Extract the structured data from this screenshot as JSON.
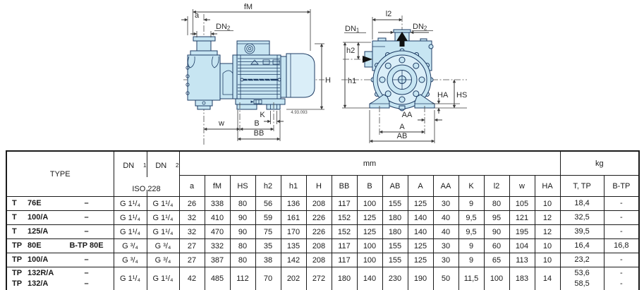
{
  "colors": {
    "pump_fill": "#c7e5f2",
    "pump_fill_light": "#daeef8",
    "pump_outline": "#1e3c64",
    "dimension_line": "#3a3a3a",
    "table_text": "#1a1a1a"
  },
  "drawings": {
    "side_view": {
      "ref_code": "4.93.093",
      "labels": {
        "fM": "fM",
        "a": "a",
        "dn_base": "DN",
        "dn2_sub": "2",
        "H": "H",
        "K": "K",
        "w": "w",
        "B": "B",
        "BB": "BB"
      }
    },
    "front_view": {
      "labels": {
        "l2": "l2",
        "dn_base": "DN",
        "dn1_sub": "1",
        "dn2_sub": "2",
        "h2": "h2",
        "h1": "h1",
        "HA": "HA",
        "HS": "HS",
        "AA": "AA",
        "A": "A",
        "AB": "AB"
      }
    }
  },
  "table": {
    "header": {
      "type_label": "TYPE",
      "dn1": {
        "base": "DN",
        "sub": "1"
      },
      "dn2": {
        "base": "DN",
        "sub": "2"
      },
      "iso_label": "ISO 228",
      "mm_label": "mm",
      "kg_label": "kg",
      "mm_columns": [
        "a",
        "fM",
        "HS",
        "h2",
        "h1",
        "H",
        "BB",
        "B",
        "AB",
        "A",
        "AA",
        "K",
        "l2",
        "w",
        "HA"
      ],
      "kg_columns": [
        "T, TP",
        "B-TP"
      ]
    },
    "rows": [
      {
        "lines": [
          {
            "prefix": "T",
            "model": "76E",
            "variant": "–"
          }
        ],
        "dn1": "G 1¹/₄",
        "dn2": "G 1¹/₄",
        "mm": [
          "26",
          "338",
          "80",
          "56",
          "136",
          "208",
          "117",
          "100",
          "155",
          "125",
          "30",
          "9",
          "80",
          "105",
          "10"
        ],
        "kg_ttp": [
          "18,4"
        ],
        "kg_btp": [
          "-"
        ]
      },
      {
        "lines": [
          {
            "prefix": "T",
            "model": "100/A",
            "variant": "–"
          }
        ],
        "dn1": "G 1¹/₄",
        "dn2": "G 1¹/₄",
        "mm": [
          "32",
          "410",
          "90",
          "59",
          "161",
          "226",
          "152",
          "125",
          "180",
          "140",
          "40",
          "9,5",
          "95",
          "121",
          "12"
        ],
        "kg_ttp": [
          "32,5"
        ],
        "kg_btp": [
          "-"
        ]
      },
      {
        "lines": [
          {
            "prefix": "T",
            "model": "125/A",
            "variant": "–"
          }
        ],
        "dn1": "G 1¹/₄",
        "dn2": "G 1¹/₄",
        "mm": [
          "32",
          "470",
          "90",
          "75",
          "170",
          "226",
          "152",
          "125",
          "180",
          "140",
          "40",
          "9,5",
          "90",
          "195",
          "12"
        ],
        "kg_ttp": [
          "39,5"
        ],
        "kg_btp": [
          "-"
        ]
      },
      {
        "lines": [
          {
            "prefix": "TP",
            "model": "80E",
            "variant": "B-TP 80E"
          }
        ],
        "dn1": "G ³/₄",
        "dn2": "G ³/₄",
        "mm": [
          "27",
          "332",
          "80",
          "35",
          "135",
          "208",
          "117",
          "100",
          "155",
          "125",
          "30",
          "9",
          "60",
          "104",
          "10"
        ],
        "kg_ttp": [
          "16,4"
        ],
        "kg_btp": [
          "16,8"
        ]
      },
      {
        "lines": [
          {
            "prefix": "TP",
            "model": "100/A",
            "variant": "–"
          }
        ],
        "dn1": "G ³/₄",
        "dn2": "G ³/₄",
        "mm": [
          "27",
          "387",
          "80",
          "38",
          "142",
          "208",
          "117",
          "100",
          "155",
          "125",
          "30",
          "9",
          "65",
          "113",
          "10"
        ],
        "kg_ttp": [
          "23,2"
        ],
        "kg_btp": [
          "-"
        ]
      },
      {
        "lines": [
          {
            "prefix": "TP",
            "model": "132R/A",
            "variant": "–"
          },
          {
            "prefix": "TP",
            "model": "132/A",
            "variant": "–"
          }
        ],
        "dn1": "G 1¹/₄",
        "dn2": "G 1¹/₄",
        "mm": [
          "42",
          "485",
          "112",
          "70",
          "202",
          "272",
          "180",
          "140",
          "230",
          "190",
          "50",
          "11,5",
          "100",
          "183",
          "14"
        ],
        "kg_ttp": [
          "53,6",
          "58,5"
        ],
        "kg_btp": [
          "-",
          "-"
        ]
      }
    ]
  }
}
